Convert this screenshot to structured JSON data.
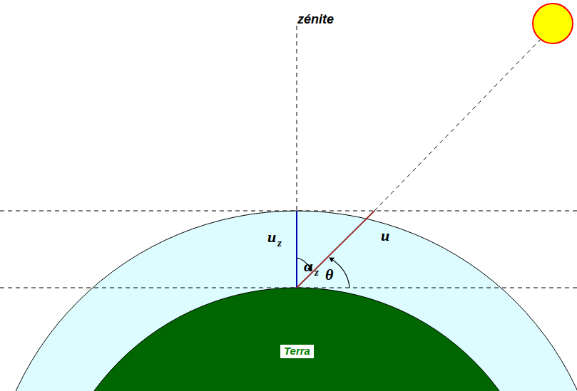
{
  "diagram": {
    "nodes": [
      {
        "text": [
          "Terra"
        ]
      }
    ],
    "labels": [
      "zénite",
      "u",
      "z",
      "α",
      "z",
      "u",
      "θ"
    ]
  }
}
